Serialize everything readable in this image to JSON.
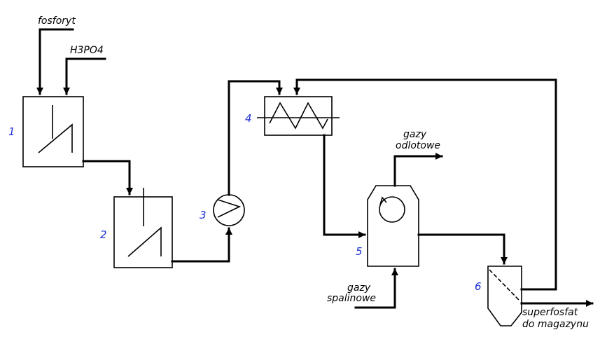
{
  "colors": {
    "line": "#000000",
    "number": "#1f2fd6",
    "background": "#ffffff"
  },
  "labels": {
    "fosforyt": "fosforyt",
    "h3po4": "H3PO4",
    "gazy_odlotowe_1": "gazy",
    "gazy_odlotowe_2": "odlotowe",
    "gazy_spalinowe_1": "gazy",
    "gazy_spalinowe_2": "spalinowe",
    "superfosfat_1": "superfosfat",
    "superfosfat_2": "do  magazynu"
  },
  "units": {
    "u1": "1",
    "u2": "2",
    "u3": "3",
    "u4": "4",
    "u5": "5",
    "u6": "6"
  }
}
